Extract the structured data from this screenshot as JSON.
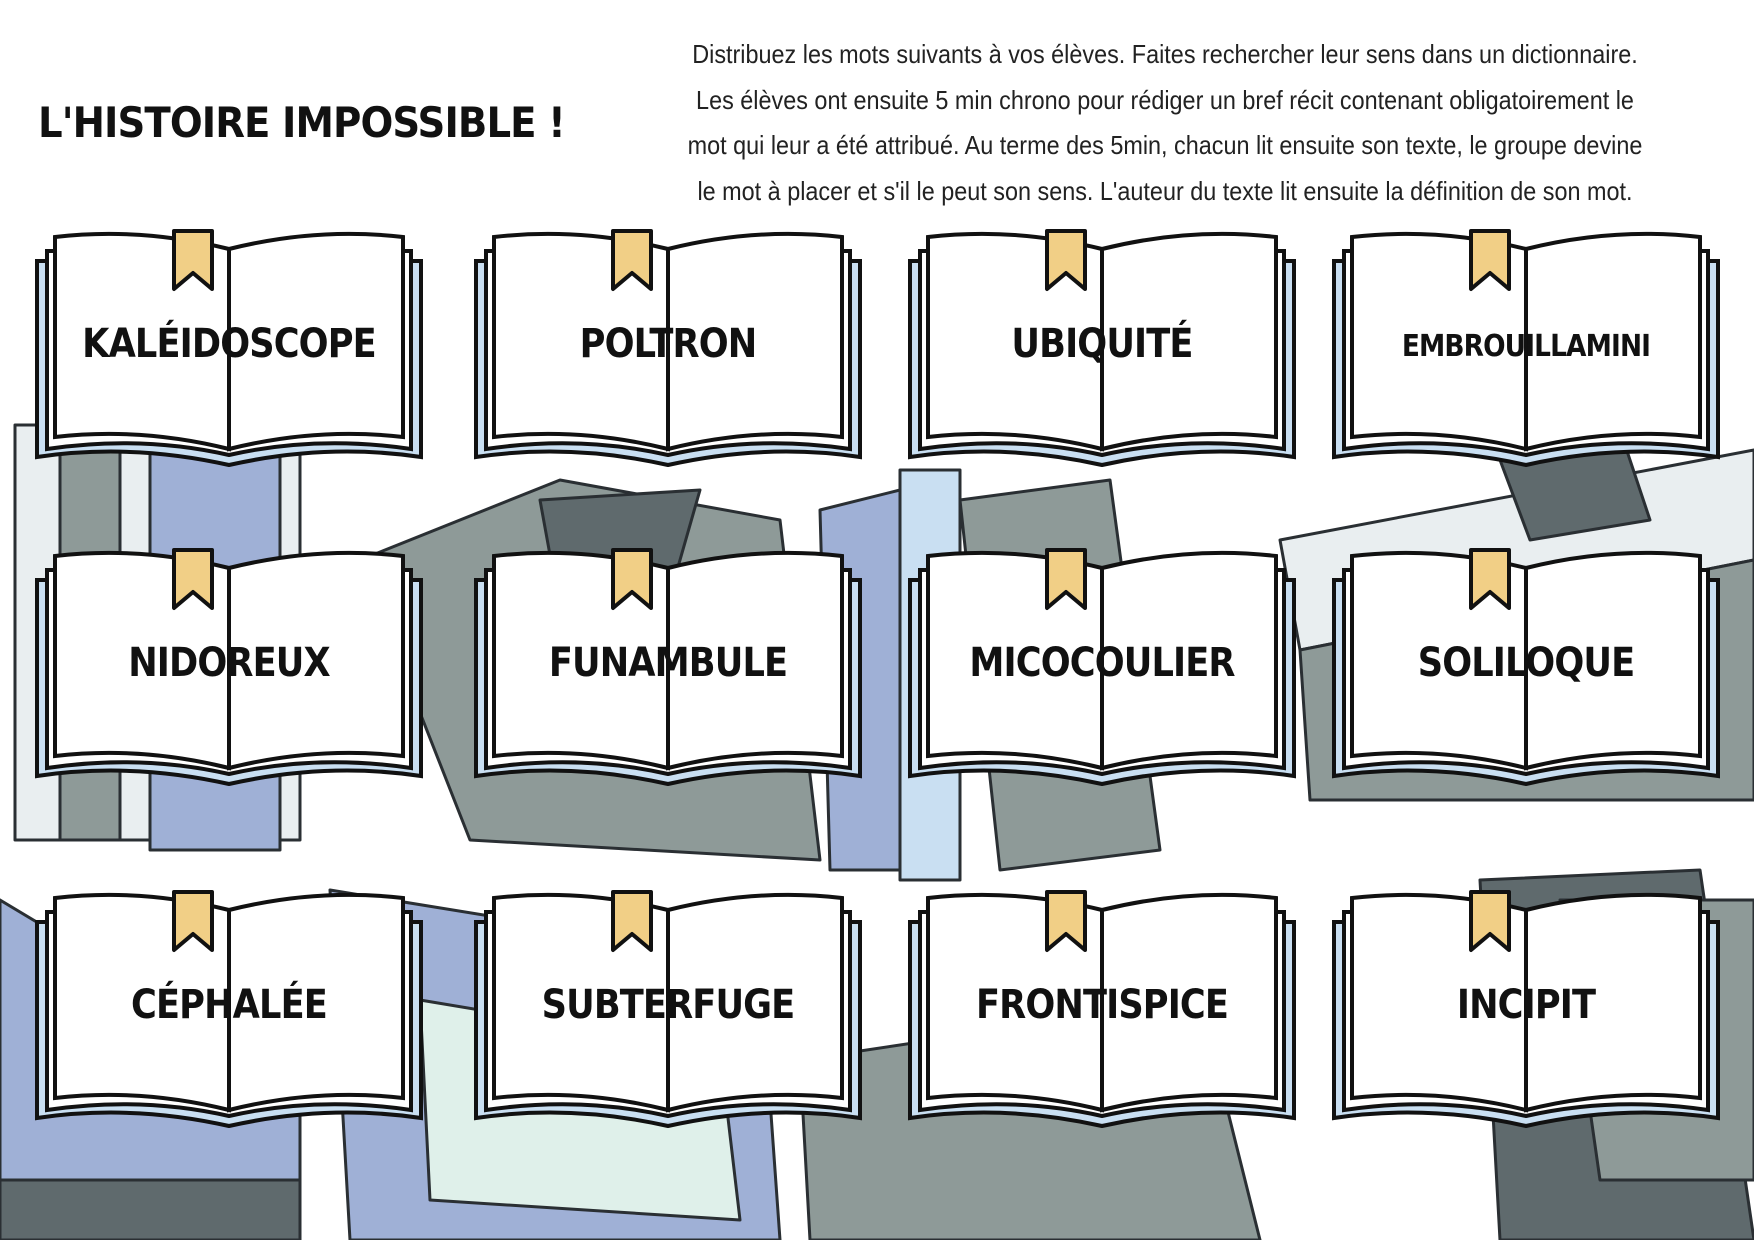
{
  "title": "L'HISTOIRE IMPOSSIBLE !",
  "instructions": [
    "Distribuez les mots suivants à vos élèves. Faites rechercher leur sens dans un dictionnaire.",
    "Les élèves ont ensuite 5 min chrono pour rédiger un bref récit contenant obligatoirement le",
    "mot qui leur a été attribué.  Au terme des 5min, chacun lit ensuite son texte, le groupe devine",
    "le mot à placer et s'il le peut son sens. L'auteur du texte lit ensuite la définition de son mot."
  ],
  "words": [
    "KALÉIDOSCOPE",
    "POLTRON",
    "UBIQUITÉ",
    "EMBROUILLAMINI",
    "NIDOREUX",
    "FUNAMBULE",
    "MICOCOULIER",
    "SOLILOQUE",
    "CÉPHALÉE",
    "SUBTERFUGE",
    "FRONTISPICE",
    "INCIPIT"
  ],
  "colors": {
    "cover": "#c9dff2",
    "bookmark": "#f1cf86",
    "bg_grey": "#8e9a98",
    "bg_blue": "#9fb0d6"
  }
}
